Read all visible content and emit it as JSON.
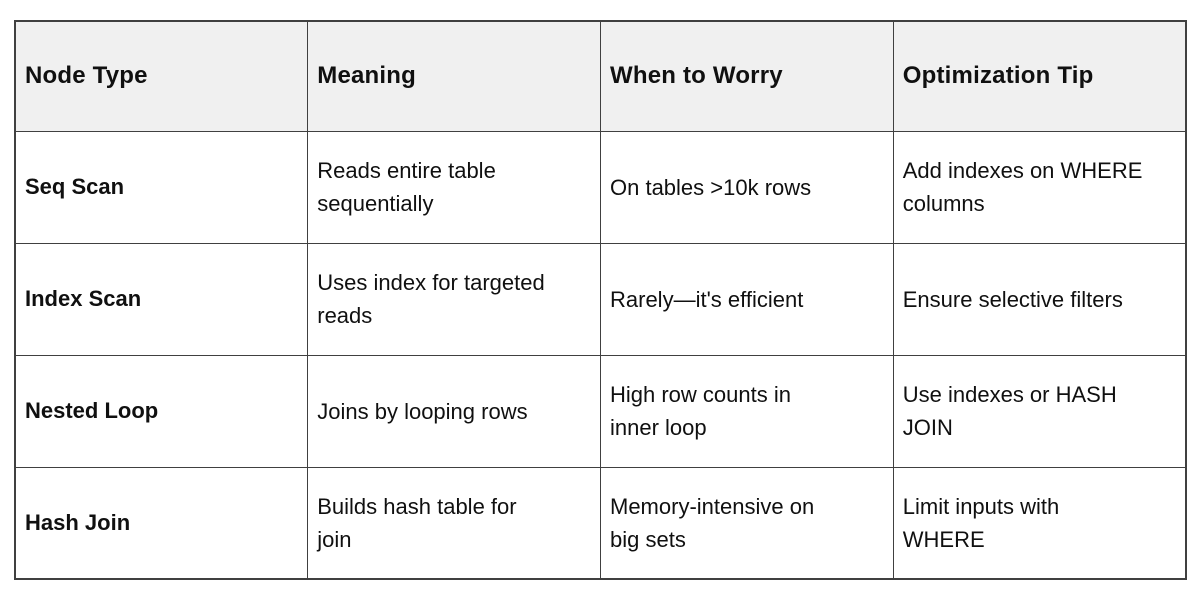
{
  "page": {
    "background": "#ffffff"
  },
  "table": {
    "title": "query-plan-node-reference",
    "colors": {
      "header_bg": "#f0f0f0",
      "body_bg": "#ffffff",
      "border": "#404040",
      "text": "#101010"
    },
    "header": [
      "Node Type",
      "Meaning",
      "When to Worry",
      "Optimization Tip"
    ],
    "rows": [
      {
        "cells": [
          "Seq Scan",
          "Reads entire table\nsequentially",
          "On tables >10k rows",
          "Add indexes on WHERE\ncolumns"
        ]
      },
      {
        "cells": [
          "Index Scan",
          "Uses index for targeted\nreads",
          "Rarely—it's efficient",
          "Ensure selective filters"
        ]
      },
      {
        "cells": [
          "Nested Loop",
          "Joins by looping rows",
          "High row counts in\ninner loop",
          "Use indexes or HASH\nJOIN"
        ]
      },
      {
        "cells": [
          "Hash Join",
          "Builds hash table for\njoin",
          "Memory-intensive on\nbig sets",
          "Limit inputs with\nWHERE"
        ]
      }
    ]
  }
}
